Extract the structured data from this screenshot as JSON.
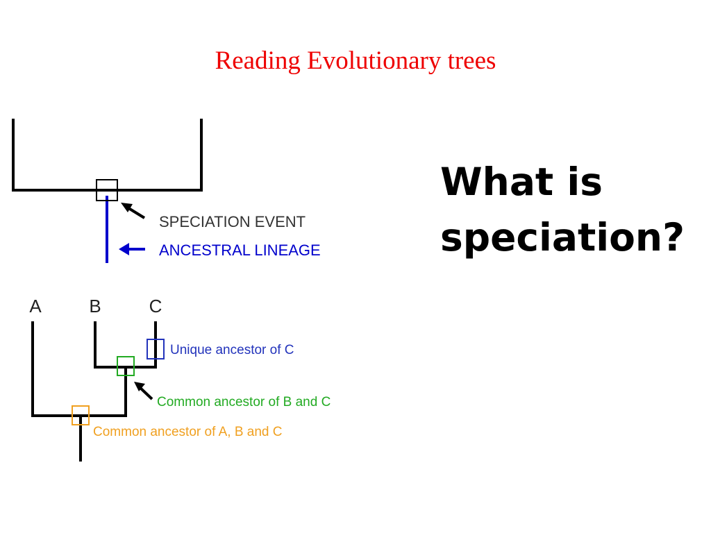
{
  "slide": {
    "title": "Reading Evolutionary trees",
    "title_color": "#ee0000",
    "question_line1": "What is",
    "question_line2": "speciation?"
  },
  "diagram_top": {
    "speciation_label": "SPECIATION EVENT",
    "lineage_label": "ANCESTRAL LINEAGE",
    "lineage_color": "#0000cc"
  },
  "diagram_tree": {
    "taxa": [
      "A",
      "B",
      "C"
    ],
    "unique_ancestor_label": "Unique ancestor of C",
    "unique_ancestor_color": "#2233bb",
    "common_bc_label": "Common ancestor of B and C",
    "common_bc_color": "#22aa22",
    "common_abc_label": "Common ancestor of A, B and C",
    "common_abc_color": "#f0a020"
  }
}
